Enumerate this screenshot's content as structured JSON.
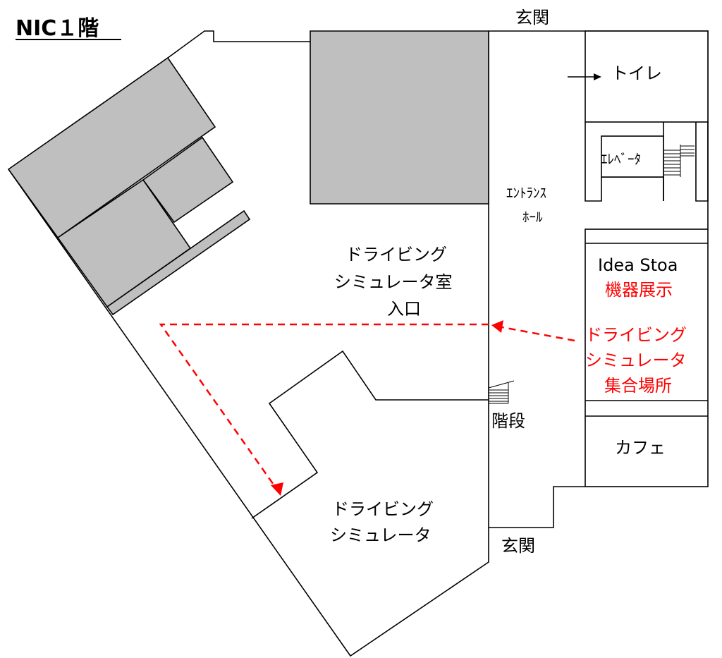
{
  "title": "NIC１階",
  "labels": {
    "entrance_top": "玄関",
    "entrance_bottom": "玄関",
    "toilet": "トイレ",
    "elevator": "ｴﾚﾍﾞｰﾀ",
    "entrance_hall_line1": "ｴﾝﾄﾗﾝｽ",
    "entrance_hall_line2": "ﾎｰﾙ",
    "sim_room_entrance_line1": "ドライビング",
    "sim_room_entrance_line2": "シミュレータ室",
    "sim_room_entrance_line3": "入口",
    "idea_stoa": "Idea Stoa",
    "equipment_exhibit": "機器展示",
    "meeting_point_line1": "ドライビング",
    "meeting_point_line2": "シミュレータ",
    "meeting_point_line3": "集合場所",
    "stairs": "階段",
    "cafe": "カフェ",
    "simulator_line1": "ドライビング",
    "simulator_line2": "シミュレータ"
  },
  "colors": {
    "route": "#ff0000",
    "blocked_area": "#bfbfbf"
  }
}
